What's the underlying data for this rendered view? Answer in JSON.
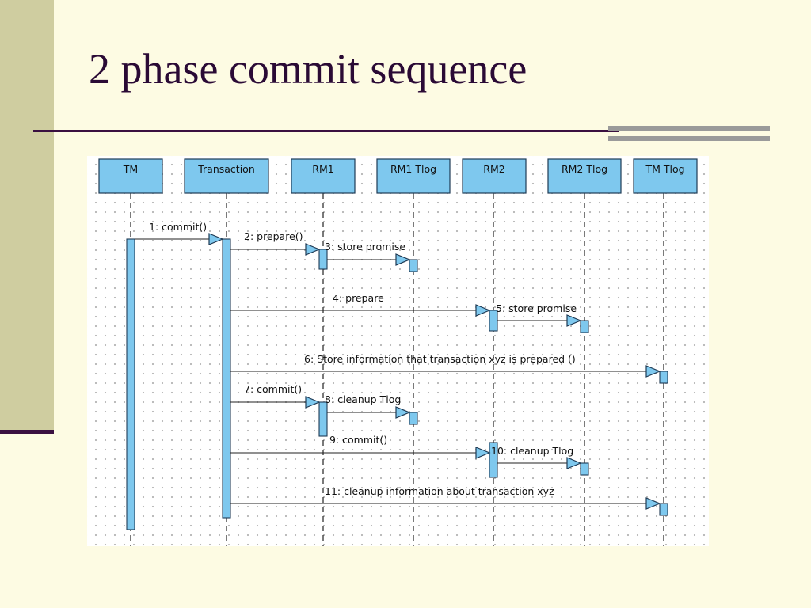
{
  "slide": {
    "title": "2 phase commit sequence"
  },
  "diagram": {
    "fill_color": "#7ec8ee",
    "stroke_color": "#1f3b55",
    "lifelines": [
      {
        "id": "tm",
        "label": "TM"
      },
      {
        "id": "transaction",
        "label": "Transaction"
      },
      {
        "id": "rm1",
        "label": "RM1"
      },
      {
        "id": "rm1-tlog",
        "label": "RM1 Tlog"
      },
      {
        "id": "rm2",
        "label": "RM2"
      },
      {
        "id": "rm2-tlog",
        "label": "RM2 Tlog"
      },
      {
        "id": "tm-tlog",
        "label": "TM Tlog"
      }
    ],
    "messages": [
      {
        "label": "1: commit()",
        "from": "tm",
        "to": "transaction"
      },
      {
        "label": "2: prepare()",
        "from": "transaction",
        "to": "rm1"
      },
      {
        "label": "3: store promise",
        "from": "rm1",
        "to": "rm1-tlog"
      },
      {
        "label": "4: prepare",
        "from": "transaction",
        "to": "rm2"
      },
      {
        "label": "5: store promise",
        "from": "rm2",
        "to": "rm2-tlog"
      },
      {
        "label": "6: Store information that transaction xyz is prepared ()",
        "from": "transaction",
        "to": "tm-tlog"
      },
      {
        "label": "7: commit()",
        "from": "transaction",
        "to": "rm1"
      },
      {
        "label": "8: cleanup Tlog",
        "from": "rm1",
        "to": "rm1-tlog"
      },
      {
        "label": "9: commit()",
        "from": "transaction",
        "to": "rm2"
      },
      {
        "label": "10: cleanup Tlog",
        "from": "rm2",
        "to": "rm2-tlog"
      },
      {
        "label": "11: cleanup information about transaction xyz",
        "from": "transaction",
        "to": "tm-tlog"
      }
    ]
  }
}
